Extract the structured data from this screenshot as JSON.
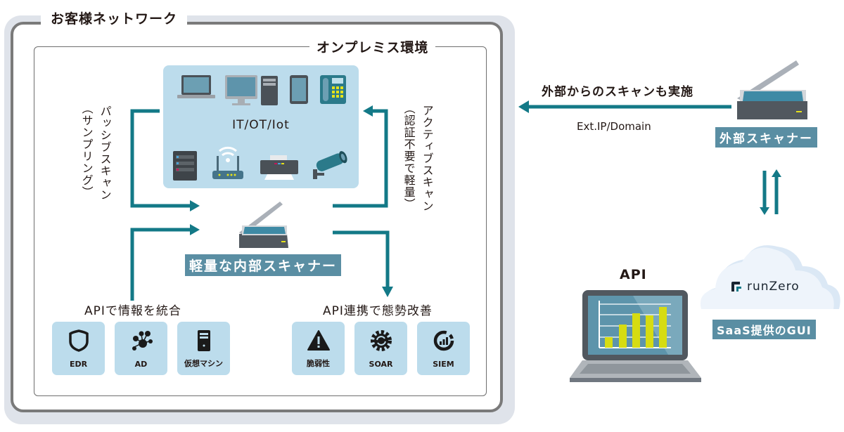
{
  "customer_network": {
    "title": "お客様ネットワーク"
  },
  "onprem": {
    "title": "オンプレミス環境"
  },
  "devices": {
    "label": "IT/OT/Iot",
    "icons": [
      "laptop-icon",
      "desktop-icon",
      "tablet-icon",
      "ip-phone-icon",
      "server-rack-icon",
      "wifi-router-icon",
      "printer-icon",
      "security-camera-icon"
    ]
  },
  "passive_scan": {
    "label": "パッシブスキャン",
    "note": "（サンプリング）"
  },
  "active_scan": {
    "label": "アクティブスキャン",
    "note": "（認証不要で軽量）"
  },
  "internal_scanner": {
    "label": "軽量な内部スキャナー"
  },
  "api_integrate": {
    "title": "APIで情報を統合",
    "items": [
      {
        "label": "EDR",
        "icon": "shield-icon"
      },
      {
        "label": "AD",
        "icon": "network-users-icon"
      },
      {
        "label": "仮想マシン",
        "icon": "server-icon"
      }
    ]
  },
  "api_posture": {
    "title": "API連携で態勢改善",
    "items": [
      {
        "label": "脆弱性",
        "icon": "warning-icon"
      },
      {
        "label": "SOAR",
        "icon": "gear-sync-icon"
      },
      {
        "label": "SIEM",
        "icon": "chart-gauge-icon"
      }
    ]
  },
  "external": {
    "scan_label": "外部からのスキャンも実施",
    "target": "Ext.IP/Domain",
    "scanner_label": "外部スキャナー"
  },
  "saas": {
    "brand": "runZero",
    "label": "SaaS提供のGUI"
  },
  "api": {
    "label": "API"
  },
  "colors": {
    "arrow": "#137987",
    "panel": "#bcdcec",
    "tag": "#5a8ea3",
    "frame": "#7a7a7a",
    "bars": "#d6dc12"
  }
}
